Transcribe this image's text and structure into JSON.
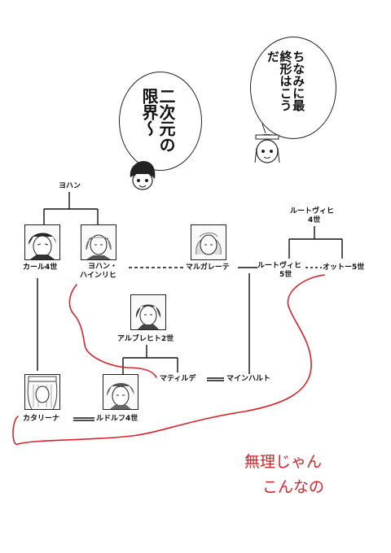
{
  "bubbles": {
    "left": "二次元の限界～",
    "right": "ちなみに最終形はこうだ"
  },
  "people": {
    "johan_top": "ヨハン",
    "karl": "カール4世",
    "johan_heinrich_1": "ヨハン・",
    "johan_heinrich_2": "ハインリヒ",
    "margarete": "マルガレーテ",
    "ludwig_top_1": "ルートヴィヒ",
    "ludwig_top_2": "4世",
    "ludwig_1": "ルートヴィヒ",
    "ludwig_2": "5世",
    "otto": "オットー5世",
    "albrecht": "アルブレヒト2世",
    "mathilde": "マティルデ",
    "meinhard": "マインハルト",
    "katharina": "カタリーナ",
    "rudolf": "ルドルフ4世"
  },
  "annotation": {
    "line1": "無理じゃん",
    "line2": "こんなの"
  },
  "colors": {
    "ink": "#111111",
    "red": "#d8232a"
  }
}
